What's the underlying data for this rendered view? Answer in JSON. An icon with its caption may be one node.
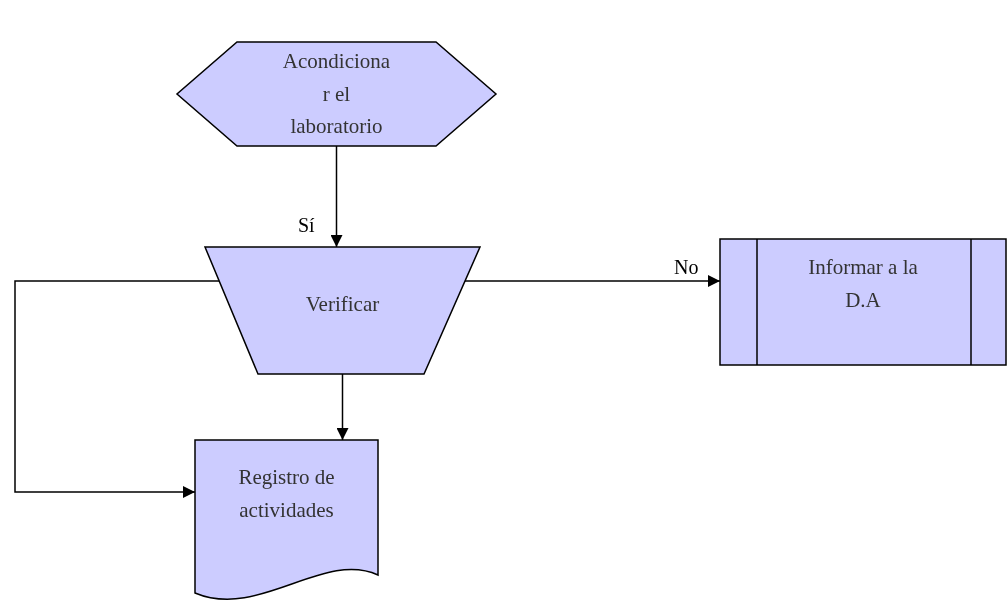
{
  "diagram": {
    "nodes": [
      {
        "text": [
          "Acondiciona r el laboratorio"
        ]
      },
      {
        "text": [
          "Verificar"
        ]
      },
      {
        "text": [
          "Informar a la D.A"
        ]
      },
      {
        "text": [
          "Registro de actividades"
        ]
      }
    ],
    "edges": [
      {
        "from": 0,
        "to": 1,
        "arrow": "to",
        "label": "Sí"
      },
      {
        "from": 1,
        "to": 2,
        "arrow": "to",
        "label": "No"
      },
      {
        "from": 1,
        "to": 3,
        "arrow": "to"
      },
      {
        "from": 1,
        "to": 3,
        "arrow": "to"
      }
    ]
  }
}
